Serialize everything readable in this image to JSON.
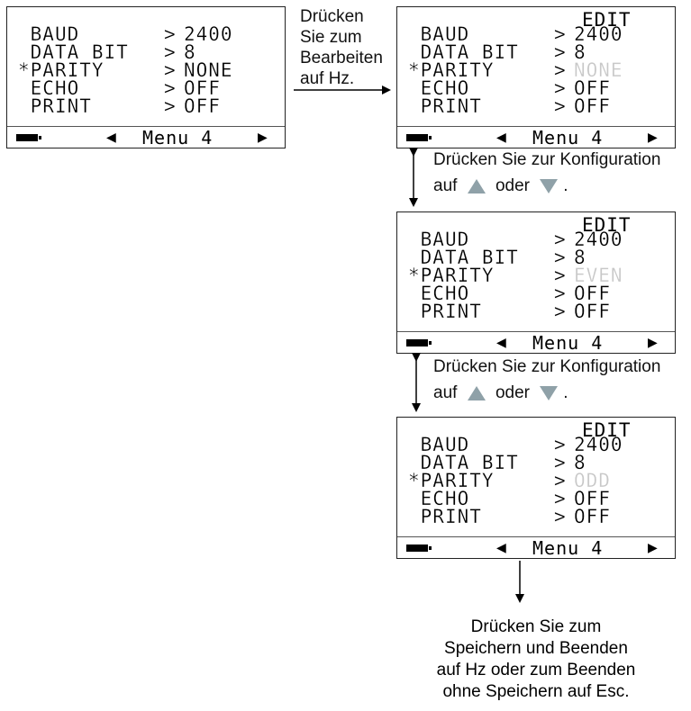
{
  "screens": [
    {
      "edit": "",
      "rows": [
        {
          "marker": " ",
          "label": "BAUD",
          "value": "2400",
          "dim": false
        },
        {
          "marker": " ",
          "label": "DATA BIT",
          "value": "8",
          "dim": false
        },
        {
          "marker": "*",
          "label": "PARITY",
          "value": "NONE",
          "dim": false
        },
        {
          "marker": " ",
          "label": "ECHO",
          "value": "OFF",
          "dim": false
        },
        {
          "marker": " ",
          "label": "PRINT",
          "value": "OFF",
          "dim": false
        }
      ],
      "gt": ">",
      "menu": "Menu 4",
      "arrow_left": "◀",
      "arrow_right": "▶"
    },
    {
      "edit": "EDIT",
      "rows": [
        {
          "marker": " ",
          "label": "BAUD",
          "value": "2400",
          "dim": false
        },
        {
          "marker": " ",
          "label": "DATA BIT",
          "value": "8",
          "dim": false
        },
        {
          "marker": "*",
          "label": "PARITY",
          "value": "NONE",
          "dim": true
        },
        {
          "marker": " ",
          "label": "ECHO",
          "value": "OFF",
          "dim": false
        },
        {
          "marker": " ",
          "label": "PRINT",
          "value": "OFF",
          "dim": false
        }
      ],
      "gt": ">",
      "menu": "Menu 4",
      "arrow_left": "◀",
      "arrow_right": "▶"
    },
    {
      "edit": "EDIT",
      "rows": [
        {
          "marker": " ",
          "label": "BAUD",
          "value": "2400",
          "dim": false
        },
        {
          "marker": " ",
          "label": "DATA BIT",
          "value": "8",
          "dim": false
        },
        {
          "marker": "*",
          "label": "PARITY",
          "value": "EVEN",
          "dim": true
        },
        {
          "marker": " ",
          "label": "ECHO",
          "value": "OFF",
          "dim": false
        },
        {
          "marker": " ",
          "label": "PRINT",
          "value": "OFF",
          "dim": false
        }
      ],
      "gt": ">",
      "menu": "Menu 4",
      "arrow_left": "◀",
      "arrow_right": "▶"
    },
    {
      "edit": "EDIT",
      "rows": [
        {
          "marker": " ",
          "label": "BAUD",
          "value": "2400",
          "dim": false
        },
        {
          "marker": " ",
          "label": "DATA BIT",
          "value": "8",
          "dim": false
        },
        {
          "marker": "*",
          "label": "PARITY",
          "value": "ODD",
          "dim": true
        },
        {
          "marker": " ",
          "label": "ECHO",
          "value": "OFF",
          "dim": false
        },
        {
          "marker": " ",
          "label": "PRINT",
          "value": "OFF",
          "dim": false
        }
      ],
      "gt": ">",
      "menu": "Menu 4",
      "arrow_left": "◀",
      "arrow_right": "▶"
    }
  ],
  "notes": {
    "edit_hz": [
      "Drücken",
      "Sie zum",
      "Bearbeiten",
      "auf Hz."
    ],
    "config_1": {
      "line1": "Drücken Sie zur Konfiguration",
      "auf": "auf",
      "oder": "oder",
      "end": "."
    },
    "config_2": {
      "line1": "Drücken Sie zur Konfiguration",
      "auf": "auf",
      "oder": "oder",
      "end": "."
    },
    "final": [
      "Drücken Sie zum",
      "Speichern und Beenden",
      "auf Hz oder zum Beenden",
      "ohne Speichern auf Esc."
    ]
  },
  "colors": {
    "dim_text": "#c8c8c8",
    "key_icon": "#8fa1a8"
  },
  "icons": {
    "up_key": "up-arrow-key-icon",
    "down_key": "down-arrow-key-icon"
  }
}
